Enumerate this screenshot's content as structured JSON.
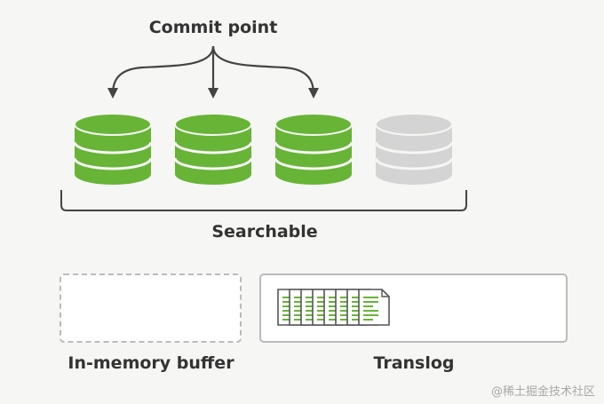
{
  "labels": {
    "commit_point": "Commit point",
    "searchable": "Searchable",
    "in_memory_buffer": "In-memory buffer",
    "translog": "Translog",
    "watermark": "@稀土掘金技术社区"
  },
  "segments": [
    {
      "state": "committed",
      "color": "#67b437"
    },
    {
      "state": "committed",
      "color": "#67b437"
    },
    {
      "state": "committed",
      "color": "#67b437"
    },
    {
      "state": "uncommitted",
      "color": "#d4d4d4"
    }
  ],
  "translog": {
    "document_count": 8,
    "line_color": "#67b437"
  },
  "colors": {
    "text": "#333333",
    "arrow": "#444444",
    "box_border": "#bbbbbb",
    "background": "#f6f6f4"
  }
}
